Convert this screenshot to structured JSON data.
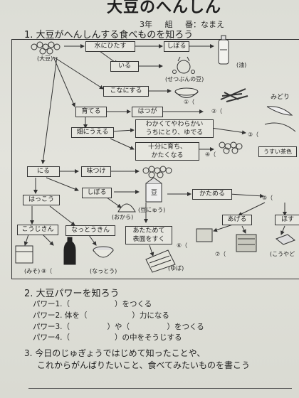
{
  "header": {
    "title": "大豆のへんしん",
    "name_line": "3年 組 番：なまえ"
  },
  "section1": {
    "heading": "1. 大豆がへんしんする食べものを知ろう",
    "daizu_label": "(大豆)",
    "boxes": {
      "mizu": "水にひたす",
      "shiboru1": "しぼる",
      "iru": "いる",
      "konanisuru": "こなにする",
      "sodateru": "育てる",
      "hatsuga": "はつが",
      "hatake": "畑にうえる",
      "wakakute_1": "わかくてやわらかい",
      "wakakute_2": "うちにとり、ゆでる",
      "jubun_1": "十分に育ち、",
      "jubun_2": "かたくなる",
      "niru": "にる",
      "ajitsuke": "味つけ",
      "shiboru2": "しぼる",
      "katameru": "かためる",
      "hakkou": "はっこう",
      "ageru": "あげる",
      "hosu": "ほす",
      "koujikin": "こうじきん",
      "nattoukin": "なっとうきん",
      "atatamete_1": "あたためて",
      "atatamete_2": "表面をすく"
    },
    "labels": {
      "abura": "(油)",
      "setsubun": "(せつぶんの豆)",
      "n1": "①（",
      "n2": "②（",
      "n3": "③（",
      "n4": "④（",
      "n5": "⑤（",
      "n6": "⑥（",
      "n7": "⑦（",
      "n8": "⑧（",
      "usui": "うすい茶色",
      "midori": "みどり",
      "okara": "(おから)",
      "tounyu": "(豆にゅう)",
      "miso": "(みそ)",
      "natto": "(なっとう)",
      "yuba": "(ゆば)",
      "kouyadofu": "(こうやど",
      "mame_bottle": "豆"
    }
  },
  "section2": {
    "heading": "2. 大豆パワーを知ろう",
    "lines": [
      "パワー1.（　　　　　　）をつくる",
      "パワー2. 体を（　　　　　　）力になる",
      "パワー3.（　　　　　）や（　　　　　）をつくる",
      "パワー4.（　　　　　　）の中をそうじする"
    ]
  },
  "section3": {
    "line1": "3. 今日のじゅぎょうではじめて知ったことや、",
    "line2": "これからがんばりたいこと、食べてみたいものを書こう"
  }
}
